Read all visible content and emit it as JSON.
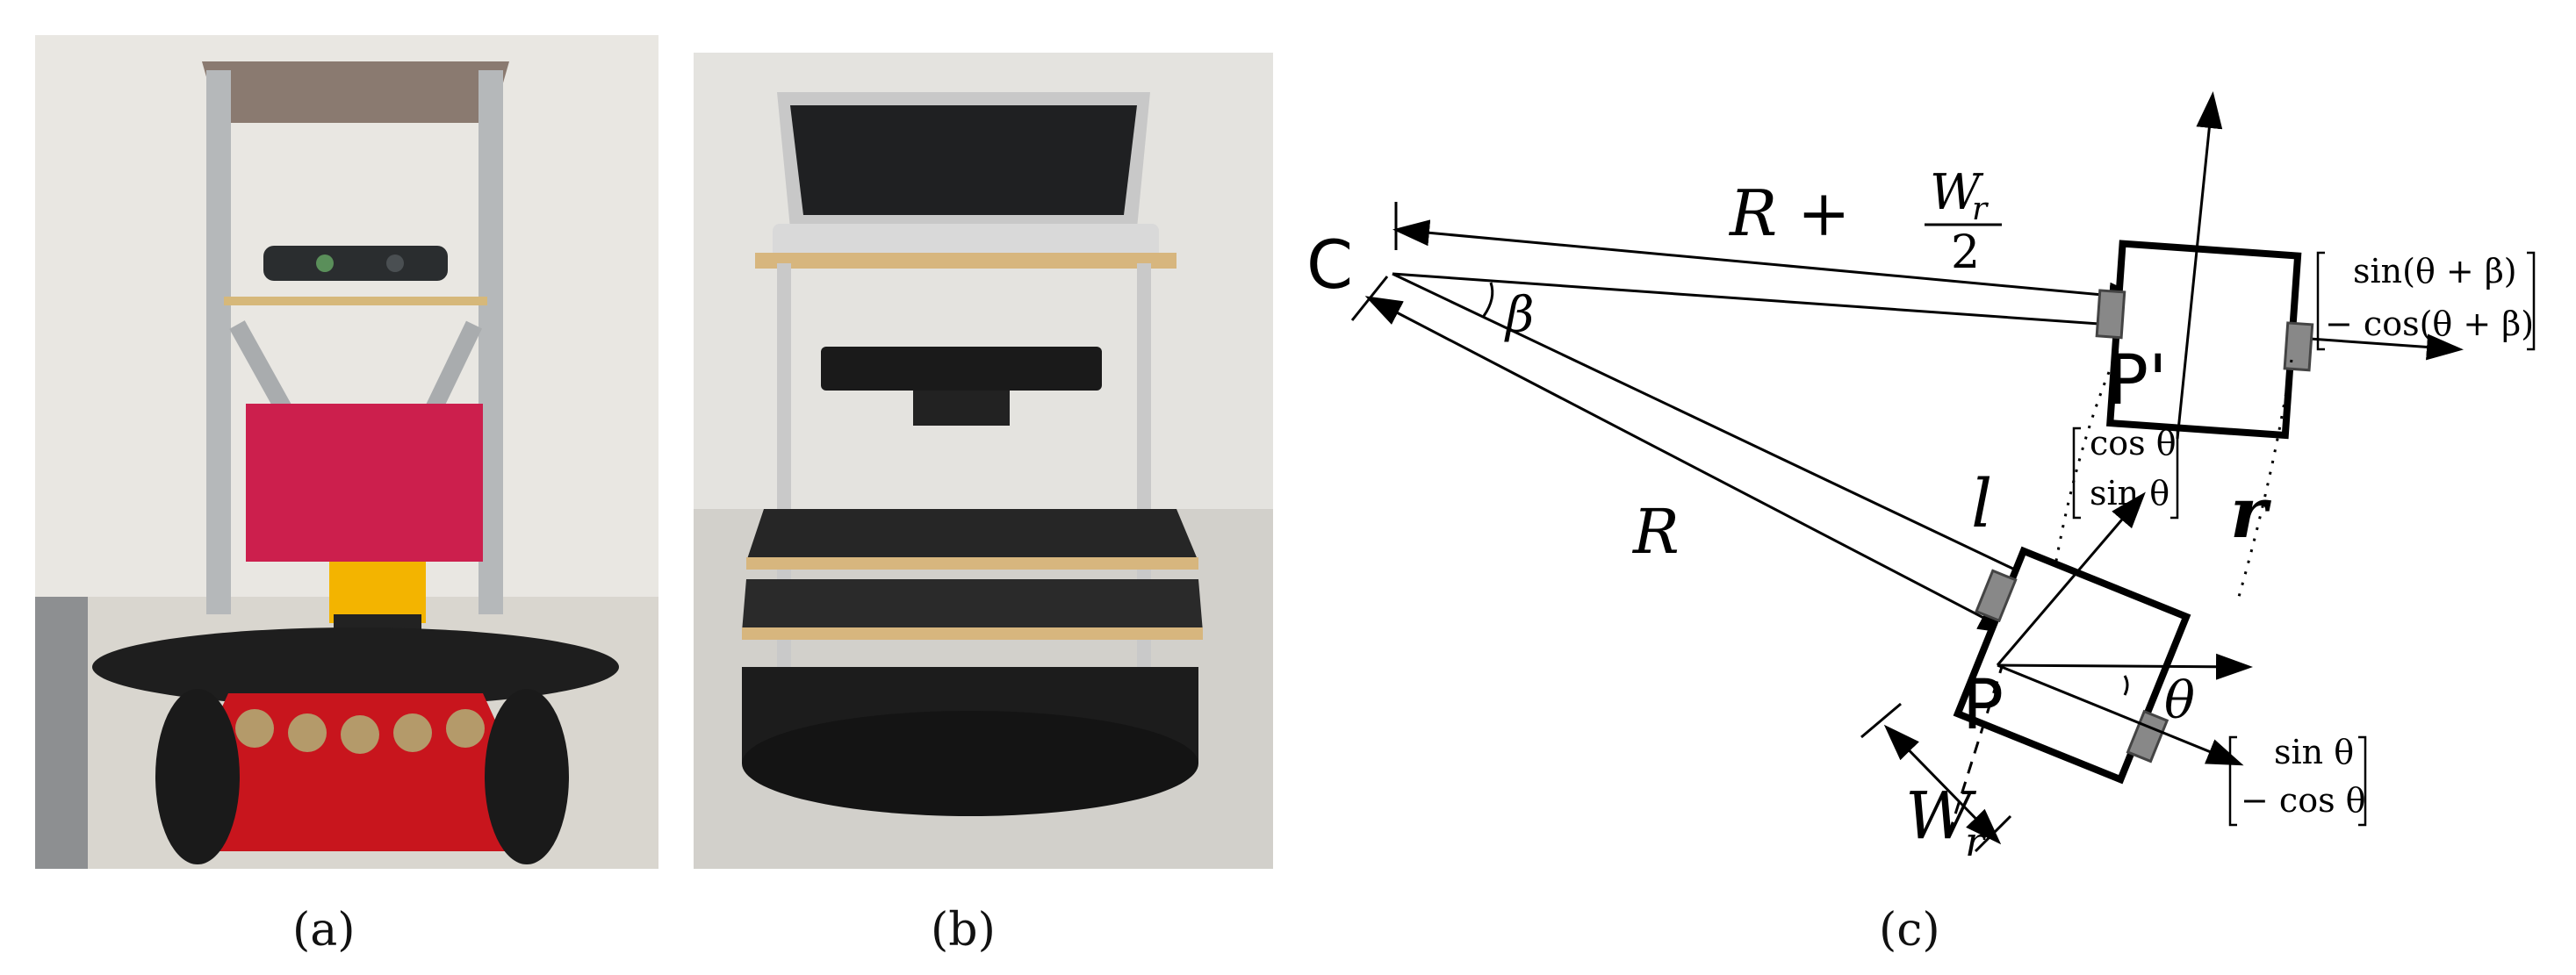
{
  "captions": {
    "a": "(a)",
    "b": "(b)",
    "c": "(c)"
  },
  "diagram": {
    "point_C": "C",
    "point_P": "P",
    "point_P_prime": "P'",
    "top_dim_R": "R +",
    "top_dim_num": "W",
    "top_dim_num_sub": "r",
    "top_dim_den": "2",
    "angle_beta": "β",
    "radius_R": "R",
    "left_track": "l",
    "right_track": "r",
    "angle_theta": "θ",
    "width_W": "W",
    "width_sub": "r",
    "vec_heading_1": "cos θ",
    "vec_heading_2": "sin θ",
    "vec_normal_1": "sin θ",
    "vec_normal_2": "− cos θ",
    "vec_normal2_1": "sin(θ + β)",
    "vec_normal2_2": "− cos(θ + β)"
  }
}
